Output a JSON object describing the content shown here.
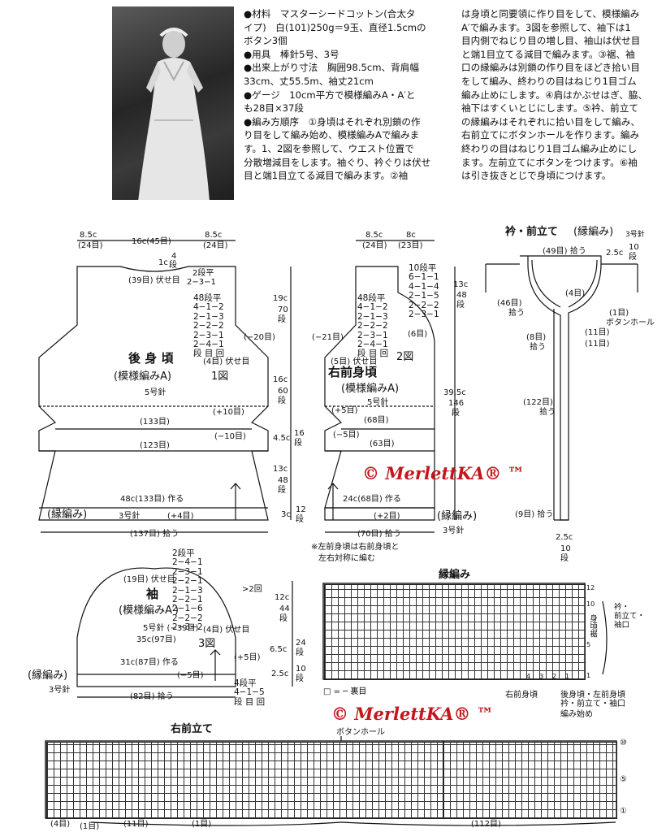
{
  "description": {
    "col1": [
      "●材料　マスターシードコットン(合太タ",
      "イプ)　白(101)250g＝9玉、直径1.5cmの",
      "ボタン3個",
      "●用具　棒針5号、3号",
      "●出来上がり寸法　胸囲98.5cm、背肩幅",
      "33cm、丈55.5m、袖丈21cm",
      "●ゲージ　10cm平方で模様編みA・A′と",
      "も28目×37段",
      "●編み方順序　①身頃はそれぞれ別鎖の作",
      "り目をして編み始め、模様編みAで編みま",
      "す。1、2図を参照して、ウエスト位置で",
      "分散増減目をします。袖ぐり、衿ぐりは伏せ",
      "目と端1目立てる減目で編みます。②袖"
    ],
    "col2": [
      "は身頃と同要領に作り目をして、模様編み",
      "A′で編みます。3図を参照して、袖下は1",
      "目内側でねじり目の増し目、袖山は伏せ目",
      "と端1目立てる減目で編みます。③裾、袖",
      "口の縁編みは別鎖の作り目をほどき拾い目",
      "をして編み、終わりの目はねじり1目ゴム",
      "編み止めにします。④肩はかぶせはぎ、脇、",
      "袖下はすくいとじにします。⑤衿、前立て",
      "の縁編みはそれぞれに拾い目をして編み、",
      "右前立てにボタンホールを作ります。編み",
      "終わりの目はねじり1目ゴム編み止めにし",
      "ます。左前立てにボタンをつけます。⑥袖",
      "は引き抜きとじで身頃につけます。"
    ]
  },
  "watermark": "© MerlettKA® ™",
  "back": {
    "title": "後 身 頃",
    "pattern": "(模様編みA)",
    "fig": "1図",
    "needle": "5号針",
    "top_l": "8.5c",
    "top_l2": "(24目)",
    "top_m": "16c(45目)",
    "top_r": "8.5c",
    "top_r2": "(24目)",
    "neck_1c": "1c",
    "neck_4": "4",
    "neck_dan": "段",
    "neck_bind": "(39目) 伏せ目",
    "neck_dec1": "2段平",
    "neck_dec2": "2−3−1",
    "arm_table": "48段平\n4−1−2\n2−1−3\n2−2−2\n2−3−1\n2−4−1\n段 目 回",
    "arm_bind": "(4目) 伏せ目",
    "side_minus20": "(−20目)",
    "plus10": "(+10目)",
    "s133": "(133目)",
    "minus10": "(−10目)",
    "s123": "(123目)",
    "cast": "48c(133目) 作る",
    "edge": "(縁編み)",
    "edge_needle": "3号針",
    "plus4": "(+4目)",
    "pick": "(137目) 拾う",
    "v19c": "19c",
    "v70": "70",
    "v_dan1": "段",
    "v16c": "16c",
    "v60": "60",
    "v_dan2": "段",
    "v45c": "4.5c",
    "v16": "16",
    "v_dan3": "段",
    "v13c": "13c",
    "v48": "48",
    "v_dan4": "段",
    "v3c": "3c",
    "v12": "12",
    "v_dan5": "段"
  },
  "front": {
    "title": "右前身頃",
    "pattern": "(模様編みA)",
    "fig": "2図",
    "needle": "5号針",
    "top_l": "8.5c",
    "top_l2": "(24目)",
    "top_r": "8c",
    "top_r2": "(23目)",
    "neck_table": "10段平\n6−1−1\n4−1−4\n2−1−5\n2−2−2\n2−3−1",
    "arm_table": "48段平\n4−1−2\n2−1−3\n2−2−2\n2−3−1\n2−4−1\n段 目 回",
    "side_minus21": "(−21目)",
    "six": "(6目)",
    "bind5": "(5目) 伏せ目",
    "plus5": "(+5目)",
    "s68": "(68目)",
    "minus5": "(−5目)",
    "s63": "(63目)",
    "cast": "24c(68目) 作る",
    "plus2": "(+2目)",
    "edge": "(縁編み)",
    "edge_needle": "3号針",
    "pick": "(70目) 拾う",
    "v13c": "13c",
    "v48": "48",
    "v_dan1": "段",
    "v395": "39.5c",
    "v146": "146",
    "v_dan2": "段",
    "note1": "※左前身頃は右前身頃と",
    "note2": "左右対称に編む"
  },
  "collar": {
    "title": "衿・前立て",
    "title2": "(縁編み)",
    "needle": "3号針",
    "pick49": "(49目) 拾う",
    "c25": "2.5c",
    "c10": "10",
    "c_dan": "段",
    "pick46": "(46目)",
    "pick46b": "拾う",
    "four": "(4目)",
    "one": "(1目)",
    "buttonhole": "ボタンホール",
    "eleven1": "(11目)",
    "eleven2": "(11目)",
    "pick8": "(8目)",
    "pick8b": "拾う",
    "pick122": "(122目)",
    "pick122b": "拾う",
    "pick9": "(9目) 拾う",
    "b25": "2.5c",
    "b10": "10",
    "b_dan": "段"
  },
  "sleeve": {
    "title": "袖",
    "pattern": "(模様編みA′)",
    "fig": "3図",
    "needle": "5号針 (−39目)",
    "cap_table": "2段平\n2−4−1\n2−3−1\n2−2−1\n2−1−3\n2−2−1\n2−1−6\n2−2−2\n2−3−2",
    "marker": ">2回",
    "bind19": "(19目) 伏せ目",
    "bind4": "(4目) 伏せ目",
    "s35": "35c(97目)",
    "plus5": "(+5目)",
    "cast": "31c(87目) 作る",
    "minus5": "(−5目)",
    "edge": "(縁編み)",
    "edge_needle": "3号針",
    "pick": "(82目) 拾う",
    "under_table": "4段平\n4−1−5\n段 目 回",
    "v12c": "12c",
    "v44": "44",
    "v_dan1": "段",
    "v65c": "6.5c",
    "v24": "24",
    "v_dan2": "段",
    "v25c": "2.5c",
    "v10": "10",
    "v_dan3": "段"
  },
  "edge_chart": {
    "title": "縁編み",
    "legend": "□ = ─ 裏目",
    "label_side": "衿・\n前立て・\n袖口",
    "label_body": "身頃裾",
    "bottom_a": "右前身頃",
    "bottom_b": "後身頃・左前身頃\n衿・前立て・袖口",
    "bottom_c": "編み始め",
    "nums": [
      "4",
      "3",
      "2",
      "1"
    ],
    "rows": [
      "12",
      "10",
      "5",
      "1"
    ]
  },
  "front_chart": {
    "title": "右前立て",
    "buttonhole": "ボタンホール",
    "bl4": "(4目)",
    "bl1a": "(1目)",
    "bl11": "(11目)",
    "bl1b": "(1目)",
    "bl112": "(112目)",
    "r10": "⑩",
    "r5": "⑤",
    "r1": "①"
  }
}
